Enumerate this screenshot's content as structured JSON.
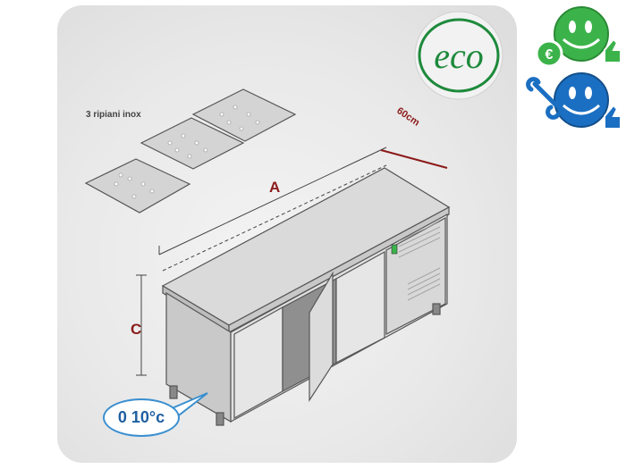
{
  "shelves_label": "3 ripiani  inox",
  "dimension_a": "A",
  "dimension_c": "C",
  "dimension_depth": "60cm",
  "temperature_range": "0  10°c",
  "eco_badge_text": "eco",
  "badges": [
    {
      "icon": "smiley-euro-thumbs-up-icon",
      "color": "#3cb34a"
    },
    {
      "icon": "smiley-wrench-thumbs-up-icon",
      "color": "#1b6fc2"
    }
  ],
  "colors": {
    "dimension": "#8b1a1a",
    "eco": "#1e8a3c",
    "bubble": "#3a8fd0"
  }
}
